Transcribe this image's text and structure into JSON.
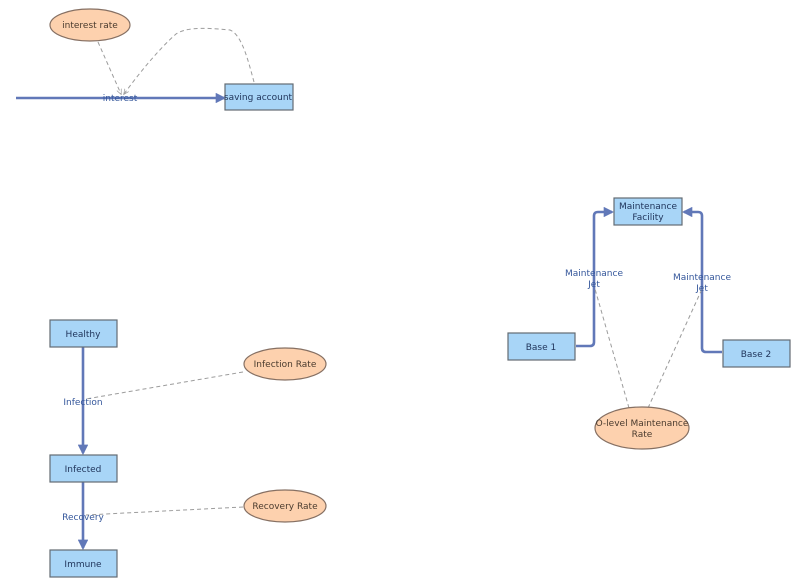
{
  "colors": {
    "stock_fill": "#a8d5f7",
    "aux_fill": "#fdd1ae",
    "flow": "#6178b8",
    "link": "#9c9c9c"
  },
  "savings": {
    "aux": "interest rate",
    "flow": "interest",
    "stock": "saving account"
  },
  "epidemic": {
    "healthy": "Healthy",
    "infection": "Infection",
    "infection_rate": "Infection Rate",
    "infected": "Infected",
    "recovery": "Recovery",
    "recovery_rate": "Recovery Rate",
    "immune": "Immune"
  },
  "maintenance": {
    "facility": [
      "Maintenance",
      "Facility"
    ],
    "flow_left": [
      "Maintenance",
      "Jet"
    ],
    "flow_right": [
      "Maintenance",
      "Jet"
    ],
    "base1": "Base 1",
    "base2": "Base 2",
    "rate": [
      "O-level Maintenance",
      "Rate"
    ]
  }
}
